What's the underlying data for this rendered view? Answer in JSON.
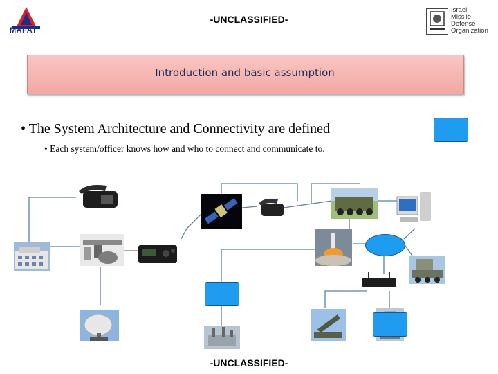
{
  "classification": {
    "top": "-UNCLASSIFIED-",
    "bottom": "-UNCLASSIFIED-"
  },
  "logos": {
    "left_text": "MAFAT",
    "right_lines": [
      "Israel",
      "Missile",
      "Defense",
      "Organization"
    ]
  },
  "slide": {
    "title": "Introduction and basic assumption",
    "bullet_main": "• The System Architecture and Connectivity are defined",
    "bullet_sub": "•   Each system/officer knows how and who to connect and communicate to."
  },
  "colors": {
    "node_blue": "#1f9cf0",
    "title_fill": "#f4b3af",
    "line": "#5a7fa8"
  },
  "icons": {
    "left_logo": "mafat-logo",
    "right_logo": "imdo-logo"
  }
}
